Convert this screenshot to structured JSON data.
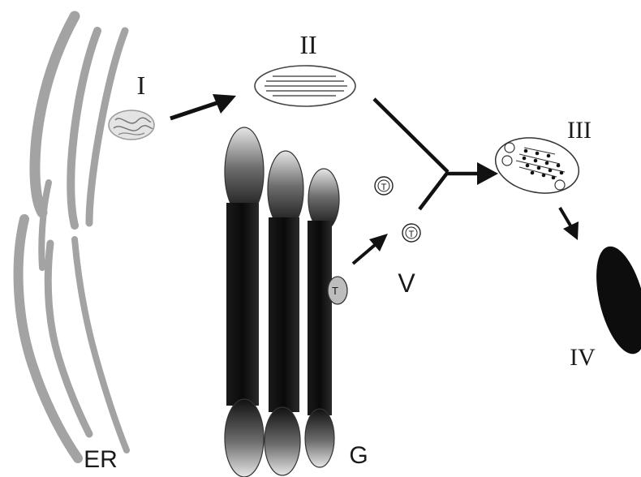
{
  "diagram": {
    "labels": {
      "stage_1": "I",
      "stage_2": "II",
      "stage_3": "III",
      "stage_4": "IV",
      "stage_5": "V",
      "er": "ER",
      "golgi": "G"
    },
    "vesicle_marker": "T"
  },
  "colors": {
    "ink": "#111111",
    "er_gray": "#9a9a9a",
    "light_gray": "#c8c8c8",
    "outline": "#333333"
  }
}
